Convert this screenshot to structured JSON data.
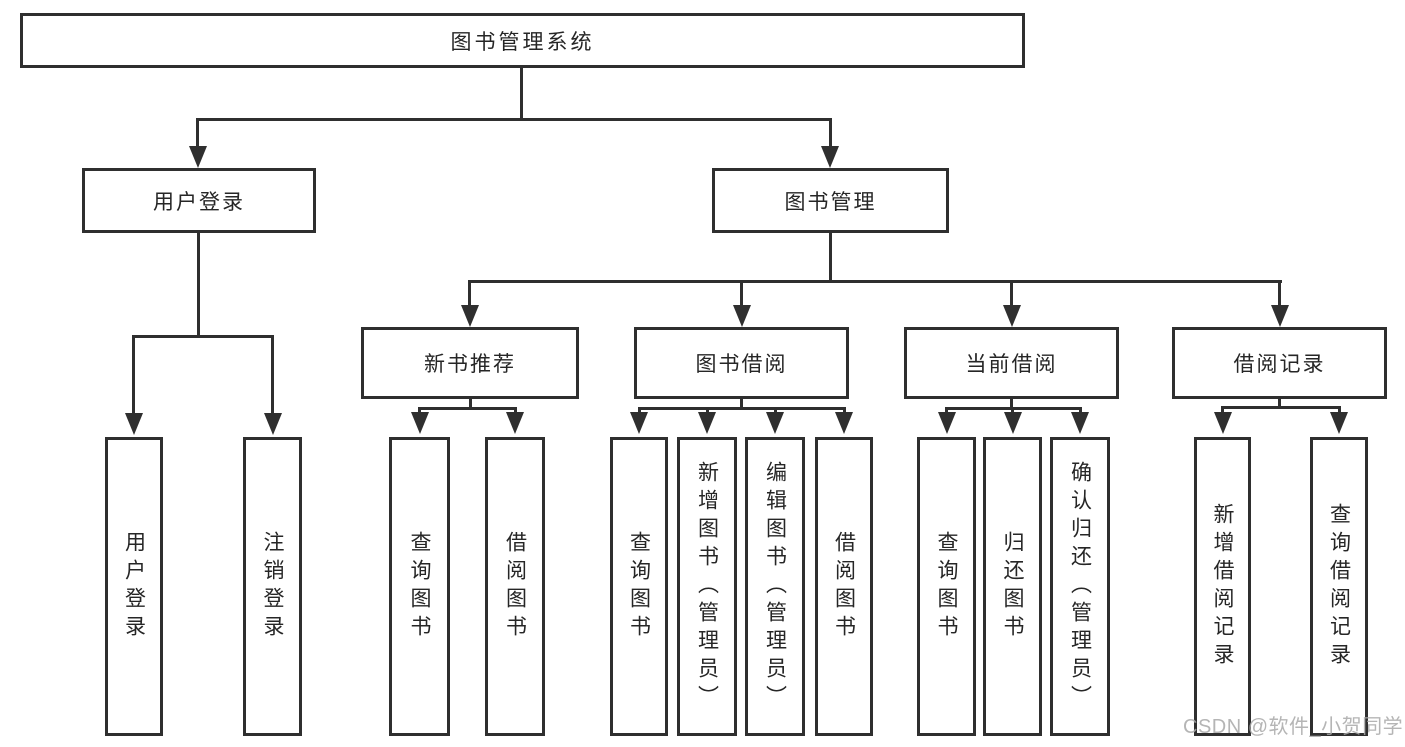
{
  "diagram": {
    "root": "图书管理系统",
    "level2": [
      "用户登录",
      "图书管理"
    ],
    "level3": [
      "新书推荐",
      "图书借阅",
      "当前借阅",
      "借阅记录"
    ],
    "leaves": {
      "login": [
        "用户登录",
        "注销登录"
      ],
      "recommend": [
        "查询图书",
        "借阅图书"
      ],
      "borrow": [
        "查询图书",
        "新增图书（管理员）",
        "编辑图书（管理员）",
        "借阅图书"
      ],
      "current": [
        "查询图书",
        "归还图书",
        "确认归还（管理员）"
      ],
      "records": [
        "新增借阅记录",
        "查询借阅记录"
      ]
    }
  },
  "watermark": "CSDN @软件_小贺同学",
  "colors": {
    "line": "#2f2f2f",
    "text": "#262626",
    "background": "#ffffff",
    "watermark": "#a8a8a8"
  }
}
